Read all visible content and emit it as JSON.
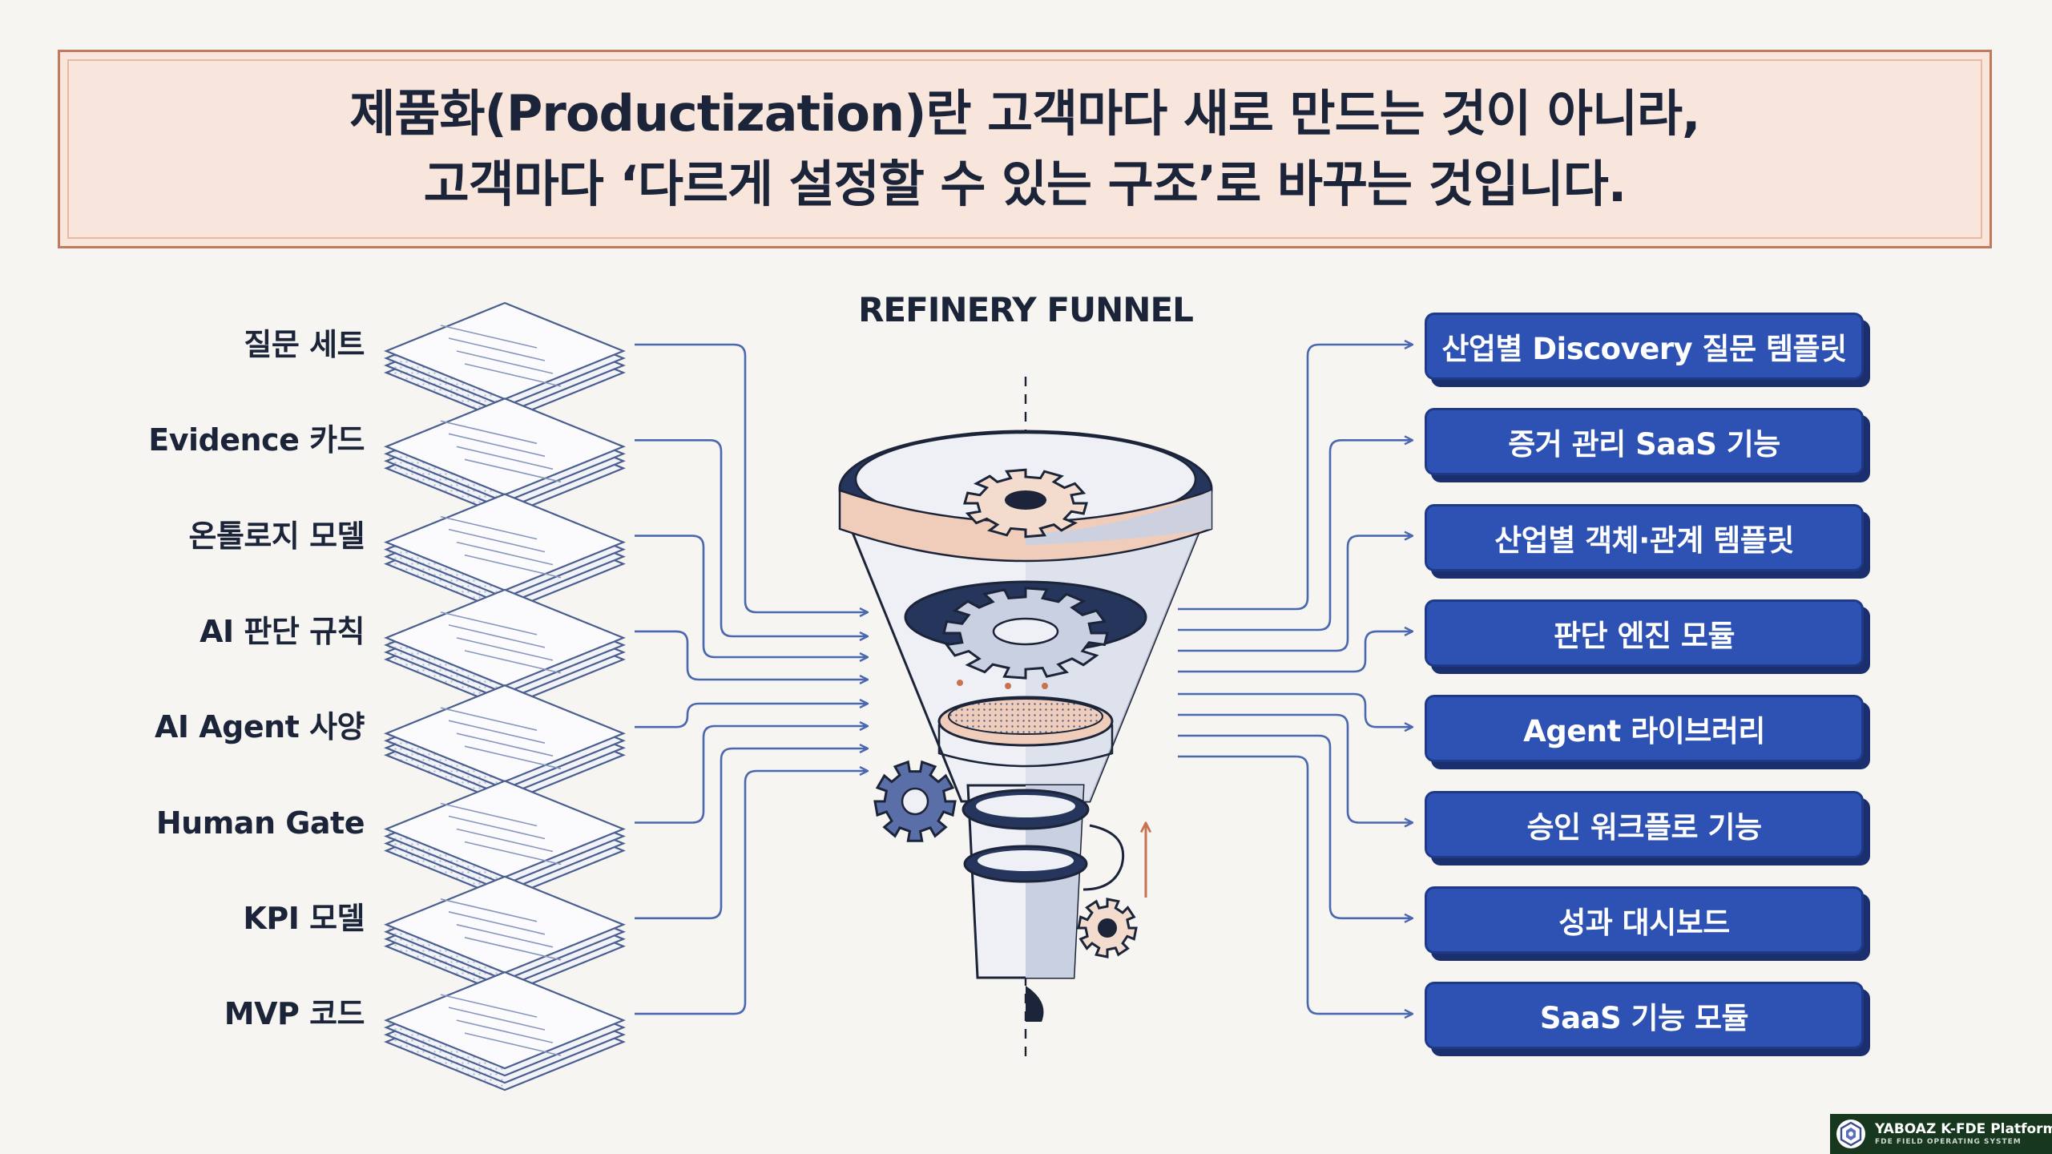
{
  "banner": {
    "line1": "제품화(Productization)란 고객마다 새로 만드는 것이 아니라,",
    "line2": "고객마다 ‘다르게 설정할 수 있는 구조’로 바꾸는 것입니다."
  },
  "funnel": {
    "title": "REFINERY FUNNEL"
  },
  "inputs": [
    "질문 세트",
    "Evidence 카드",
    "온톨로지 모델",
    "AI 판단 규칙",
    "AI Agent 사양",
    "Human Gate",
    "KPI 모델",
    "MVP 코드"
  ],
  "outputs": [
    "산업별 Discovery 질문 템플릿",
    "증거 관리 SaaS 기능",
    "산업별 객체·관계 템플릿",
    "판단 엔진 모듈",
    "Agent 라이브러리",
    "승인 워크플로 기능",
    "성과 대시보드",
    "SaaS 기능 모듈"
  ],
  "badge": {
    "title": "YABOAZ K-FDE Platform",
    "subtitle": "FDE FIELD OPERATING SYSTEM"
  },
  "colors": {
    "navy": "#1b2438",
    "box_blue": "#2e52b4",
    "connector": "#4a68b0",
    "accent_orange": "#c8734f",
    "banner_bg": "#f8e6dc"
  },
  "icons": {
    "stack": "document-stack-icon",
    "gear": "gear-icon",
    "funnel": "funnel-icon",
    "logo": "platform-logo-icon"
  }
}
